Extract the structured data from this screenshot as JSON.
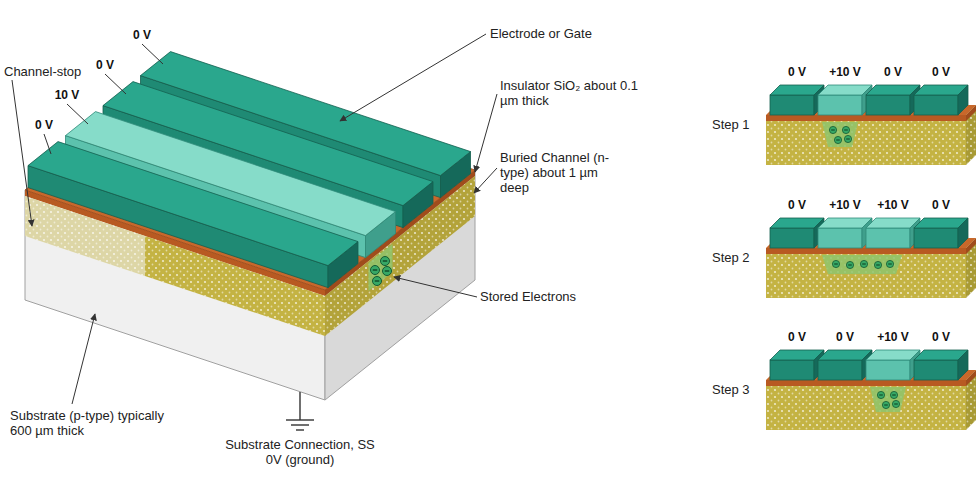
{
  "diagram": {
    "labels": [
      "0 V",
      "Electrode or Gate",
      "0 V",
      "10 V",
      "0 V",
      "Channel-stop",
      "Insulator SiO₂ about 0.1 µm thick",
      "Buried Channel (n-type) about 1 µm deep",
      "Stored Electrons",
      "Substrate (p-type) typically 600 µm thick",
      "Substrate Connection, SS 0V (ground)",
      "0 V",
      "+10 V",
      "0 V",
      "0 V",
      "Step 1",
      "0 V",
      "+10 V",
      "+10 V",
      "0 V",
      "Step 2",
      "0 V",
      "0 V",
      "+10 V",
      "0 V",
      "Step 3"
    ]
  }
}
